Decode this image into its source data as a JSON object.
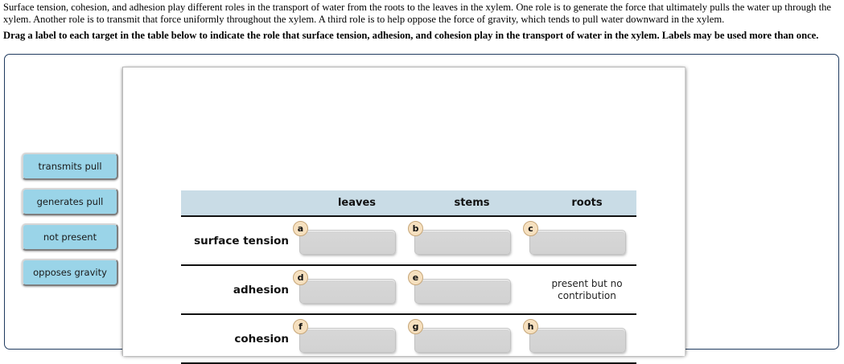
{
  "prompt": {
    "intro": "Surface tension, cohesion, and adhesion play different roles in the transport of water from the roots to the leaves in the xylem. One role is to generate the force that ultimately pulls the water up through the xylem. Another role is to transmit that force uniformly throughout the xylem. A third role is to help oppose the force of gravity, which tends to pull water downward in the xylem.",
    "instruction": "Drag a label to each target in the table below to indicate the role that surface tension, adhesion, and cohesion play in the transport of water in the xylem. Labels may be used more than once."
  },
  "label_bank": {
    "items": [
      {
        "label": "transmits pull"
      },
      {
        "label": "generates pull"
      },
      {
        "label": "not present"
      },
      {
        "label": "opposes gravity"
      }
    ]
  },
  "matrix": {
    "corner_header": "",
    "columns": [
      "leaves",
      "stems",
      "roots"
    ],
    "rows": [
      {
        "label": "surface tension",
        "cells": [
          {
            "type": "drop",
            "badge": "a",
            "value": ""
          },
          {
            "type": "drop",
            "badge": "b",
            "value": ""
          },
          {
            "type": "drop",
            "badge": "c",
            "value": ""
          }
        ]
      },
      {
        "label": "adhesion",
        "cells": [
          {
            "type": "drop",
            "badge": "d",
            "value": ""
          },
          {
            "type": "drop",
            "badge": "e",
            "value": ""
          },
          {
            "type": "static",
            "badge": "",
            "value": "present but no contribution"
          }
        ]
      },
      {
        "label": "cohesion",
        "cells": [
          {
            "type": "drop",
            "badge": "f",
            "value": ""
          },
          {
            "type": "drop",
            "badge": "g",
            "value": ""
          },
          {
            "type": "drop",
            "badge": "h",
            "value": ""
          }
        ]
      }
    ]
  },
  "colors": {
    "header_bar": "#c9dce6",
    "label_chip": "#9ad4e8",
    "drop_zone": "#d5d5d5",
    "badge_fill": "#f6e0bf",
    "panel_border": "#1f3a5f"
  }
}
